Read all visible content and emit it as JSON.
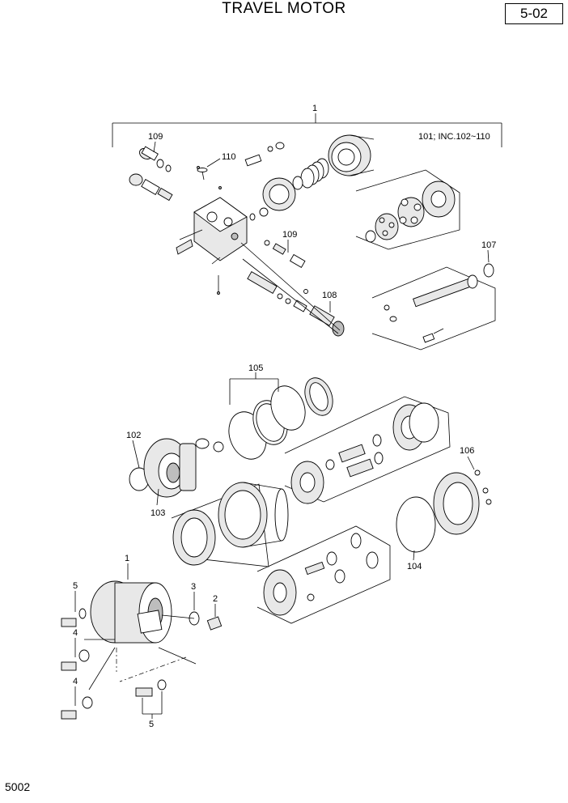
{
  "header": {
    "title": "TRAVEL MOTOR",
    "page_ref": "5-02"
  },
  "footer": {
    "code": "5002"
  },
  "callouts": {
    "assembly_top": "1",
    "assembly_note": "101; INC.102~110",
    "c109a": "109",
    "c110": "110",
    "c109b": "109",
    "c107": "107",
    "c108": "108",
    "c105": "105",
    "c102": "102",
    "c103": "103",
    "c106": "106",
    "c104": "104",
    "c1": "1",
    "c2": "2",
    "c3": "3",
    "c4a": "4",
    "c4b": "4",
    "c5a": "5",
    "c5b": "5"
  }
}
